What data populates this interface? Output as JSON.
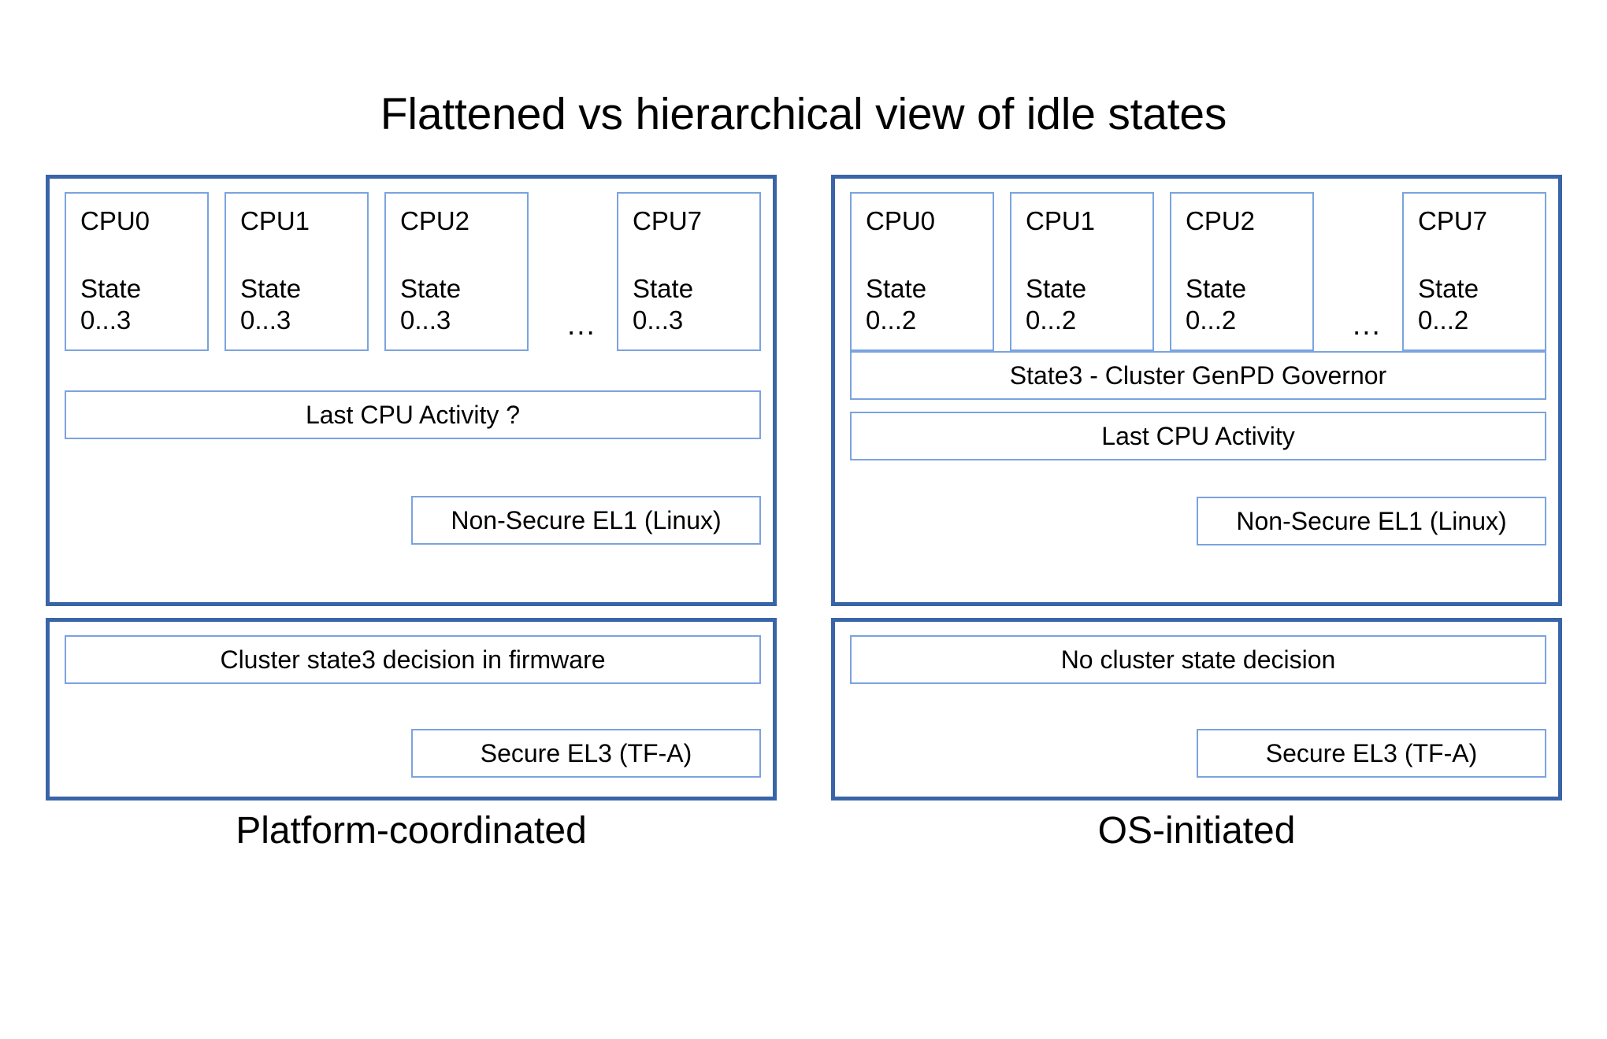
{
  "title": "Flattened vs hierarchical view of idle states",
  "colors": {
    "outer_panel_border": "#3A64A8",
    "inner_box_border": "#7BA3DF",
    "background": "#FFFFFF",
    "text": "#000000"
  },
  "columns": [
    {
      "id": "platform-coordinated",
      "caption": "Platform-coordinated",
      "os_panel": {
        "cpus": [
          {
            "name": "CPU0",
            "state_label": "State",
            "state_range": "0...3"
          },
          {
            "name": "CPU1",
            "state_label": "State",
            "state_range": "0...3"
          },
          {
            "name": "CPU2",
            "state_label": "State",
            "state_range": "0...3"
          },
          {
            "name": "CPU7",
            "state_label": "State",
            "state_range": "0...3"
          }
        ],
        "ellipsis": "...",
        "bars": [
          {
            "id": "last-cpu-activity",
            "label": "Last CPU Activity ?"
          }
        ],
        "exception_level_badge": "Non-Secure EL1 (Linux)"
      },
      "firmware_panel": {
        "decision_bar": "Cluster state3 decision in firmware",
        "exception_level_badge": "Secure EL3 (TF-A)"
      }
    },
    {
      "id": "os-initiated",
      "caption": "OS-initiated",
      "os_panel": {
        "cpus": [
          {
            "name": "CPU0",
            "state_label": "State",
            "state_range": "0...2"
          },
          {
            "name": "CPU1",
            "state_label": "State",
            "state_range": "0...2"
          },
          {
            "name": "CPU2",
            "state_label": "State",
            "state_range": "0...2"
          },
          {
            "name": "CPU7",
            "state_label": "State",
            "state_range": "0...2"
          }
        ],
        "ellipsis": "...",
        "bars": [
          {
            "id": "cluster-genpd-governor",
            "label": "State3 - Cluster GenPD Governor"
          },
          {
            "id": "last-cpu-activity",
            "label": "Last CPU Activity"
          }
        ],
        "exception_level_badge": "Non-Secure EL1 (Linux)"
      },
      "firmware_panel": {
        "decision_bar": "No cluster state decision",
        "exception_level_badge": "Secure EL3 (TF-A)"
      }
    }
  ]
}
